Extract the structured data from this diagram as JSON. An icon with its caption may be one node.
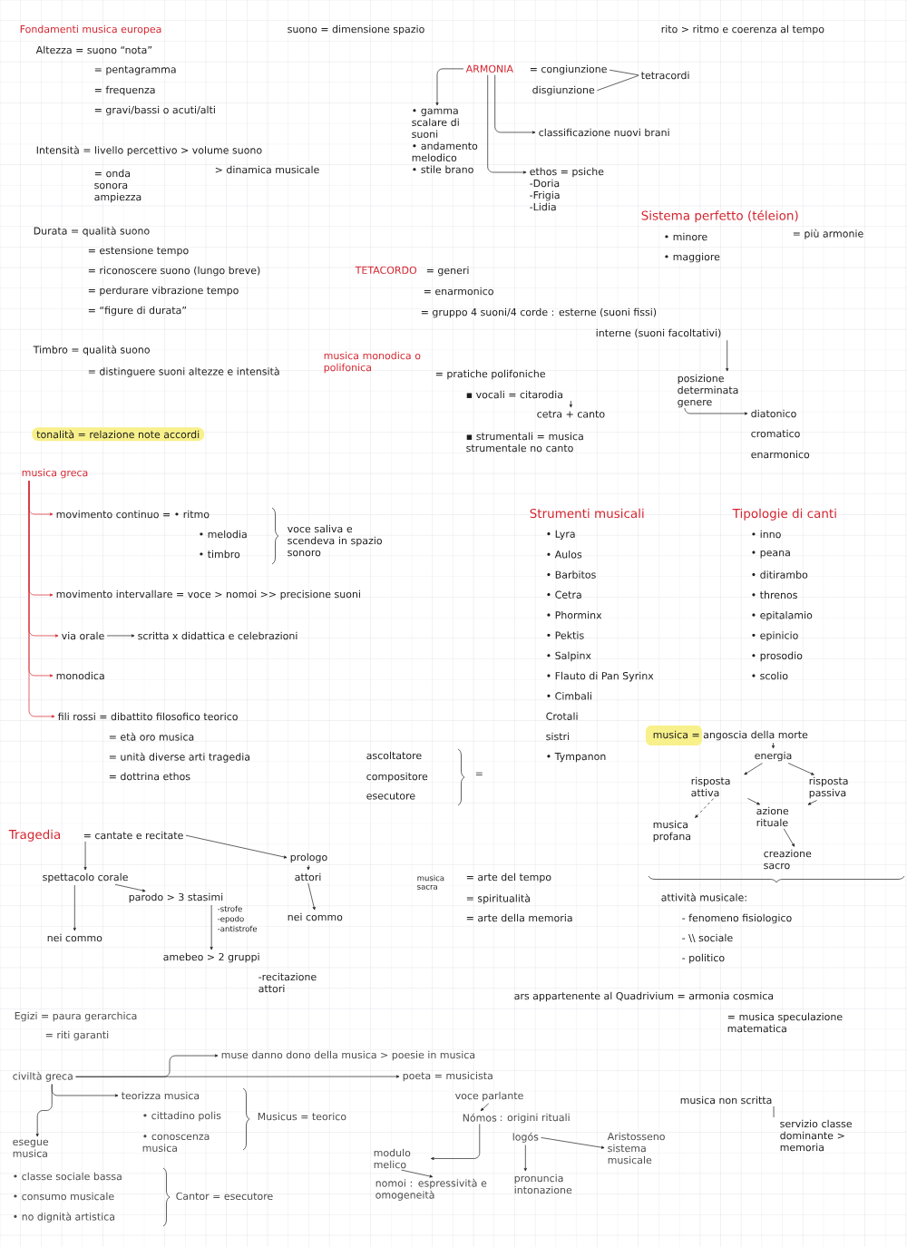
{
  "diagram": {
    "nodes": [
      {
        "text": [
          "ARMONIA"
        ]
      },
      {
        "text": [
          "= congiunzione"
        ]
      },
      {
        "text": [
          "disgiunzione"
        ]
      },
      {
        "text": [
          "tetracordi"
        ]
      },
      {
        "text": [
          "• gamma scalare di suoni",
          "• andamento melodico",
          "• stile brano"
        ]
      },
      {
        "text": [
          "classificazione nuovi brani"
        ]
      },
      {
        "text": [
          "ethos = psiche",
          "-Doria",
          "-Frigia",
          "-Lidia"
        ]
      },
      {
        "text": [
          "interne (suoni facoltativi)"
        ]
      },
      {
        "text": [
          "posizione determinata genere"
        ]
      },
      {
        "text": [
          "diatonico"
        ]
      },
      {
        "text": [
          "▪ vocali = citarodia"
        ]
      },
      {
        "text": [
          "cetra + canto"
        ]
      },
      {
        "text": [
          "musica greca"
        ]
      },
      {
        "text": [
          "movimento continuo = • ritmo"
        ]
      },
      {
        "text": [
          "movimento intervallare = voce > nomoi >> precisione suoni"
        ]
      },
      {
        "text": [
          "via orale"
        ]
      },
      {
        "text": [
          "scritta x didattica e celebrazioni"
        ]
      },
      {
        "text": [
          "monodica"
        ]
      },
      {
        "text": [
          "fili rossi = dibattito filosofico teorico"
        ]
      },
      {
        "text": [
          "musica = angoscia della morte"
        ]
      },
      {
        "text": [
          "energia"
        ]
      },
      {
        "text": [
          "risposta attiva"
        ]
      },
      {
        "text": [
          "risposta passiva"
        ]
      },
      {
        "text": [
          "musica profana"
        ]
      },
      {
        "text": [
          "azione rituale"
        ]
      },
      {
        "text": [
          "creazione sacro"
        ]
      },
      {
        "text": [
          "= cantate e recitate"
        ]
      },
      {
        "text": [
          "spettacolo corale"
        ]
      },
      {
        "text": [
          "prologo"
        ]
      },
      {
        "text": [
          "attori"
        ]
      },
      {
        "text": [
          "nei commo"
        ]
      },
      {
        "text": [
          "nei commo"
        ]
      },
      {
        "text": [
          "parodo > 3 stasimi"
        ]
      },
      {
        "text": [
          "amebeo > 2 gruppi"
        ]
      },
      {
        "text": [
          "civiltà greca"
        ]
      },
      {
        "text": [
          "muse danno dono della musica > poesie in musica"
        ]
      },
      {
        "text": [
          "poeta = musicista"
        ]
      },
      {
        "text": [
          "teorizza musica"
        ]
      },
      {
        "text": [
          "esegue musica"
        ]
      },
      {
        "text": [
          "voce parlante"
        ]
      },
      {
        "text": [
          "Nómos"
        ]
      },
      {
        "text": [
          "modulo melico"
        ]
      },
      {
        "text": [
          "nomoi : espressività e omogeneità"
        ]
      },
      {
        "text": [
          "logós"
        ]
      },
      {
        "text": [
          "Aristosseno sistema musicale"
        ]
      },
      {
        "text": [
          "pronuncia intonazione"
        ]
      },
      {
        "text": [
          "musica non scritta"
        ]
      },
      {
        "text": [
          "servizio classe dominante > memoria"
        ]
      }
    ],
    "edges": [
      {
        "from": 0,
        "to": 4,
        "arrow": "to"
      },
      {
        "from": 0,
        "to": 5,
        "arrow": "to"
      },
      {
        "from": 0,
        "to": 6,
        "arrow": "to"
      },
      {
        "from": 1,
        "to": 3,
        "arrow": "none"
      },
      {
        "from": 2,
        "to": 3,
        "arrow": "none"
      },
      {
        "from": 7,
        "to": 8,
        "arrow": "to"
      },
      {
        "from": 8,
        "to": 9,
        "arrow": "to"
      },
      {
        "from": 10,
        "to": 11,
        "arrow": "to"
      },
      {
        "from": 12,
        "to": 13,
        "arrow": "to",
        "color": "#d4242e"
      },
      {
        "from": 12,
        "to": 14,
        "arrow": "to",
        "color": "#d4242e"
      },
      {
        "from": 12,
        "to": 15,
        "arrow": "to",
        "color": "#d4242e"
      },
      {
        "from": 12,
        "to": 17,
        "arrow": "to",
        "color": "#d4242e"
      },
      {
        "from": 12,
        "to": 18,
        "arrow": "to",
        "color": "#d4242e"
      },
      {
        "from": 15,
        "to": 16,
        "arrow": "to"
      },
      {
        "from": 19,
        "to": 20,
        "arrow": "to"
      },
      {
        "from": 20,
        "to": 21,
        "arrow": "to"
      },
      {
        "from": 20,
        "to": 22,
        "arrow": "to"
      },
      {
        "from": 21,
        "to": 23,
        "arrow": "to",
        "style": "dashed"
      },
      {
        "from": 21,
        "to": 24,
        "arrow": "to"
      },
      {
        "from": 22,
        "to": 24,
        "arrow": "to"
      },
      {
        "from": 24,
        "to": 25,
        "arrow": "to"
      },
      {
        "from": 26,
        "to": 27,
        "arrow": "to"
      },
      {
        "from": 26,
        "to": 28,
        "arrow": "to"
      },
      {
        "from": 28,
        "to": 29,
        "arrow": "to"
      },
      {
        "from": 29,
        "to": 30,
        "arrow": "to"
      },
      {
        "from": 27,
        "to": 31,
        "arrow": "to"
      },
      {
        "from": 27,
        "to": 32,
        "arrow": "to"
      },
      {
        "from": 32,
        "to": 33,
        "arrow": "to"
      },
      {
        "from": 34,
        "to": 35,
        "arrow": "to"
      },
      {
        "from": 34,
        "to": 36,
        "arrow": "to"
      },
      {
        "from": 34,
        "to": 37,
        "arrow": "to"
      },
      {
        "from": 34,
        "to": 38,
        "arrow": "to"
      },
      {
        "from": 39,
        "to": 40,
        "arrow": "to"
      },
      {
        "from": 40,
        "to": 41,
        "arrow": "to"
      },
      {
        "from": 41,
        "to": 42,
        "arrow": "to"
      },
      {
        "from": 43,
        "to": 44,
        "arrow": "to"
      },
      {
        "from": 43,
        "to": 45,
        "arrow": "to"
      },
      {
        "from": 46,
        "to": 47,
        "arrow": "none"
      }
    ],
    "labels": [
      "Fondamenti musica europea",
      "suono = dimensione spazio",
      "rito > ritmo e coerenza al tempo",
      "Altezza = suono “nota”",
      "= pentagramma",
      "= frequenza",
      "= gravi/bassi o acuti/alti",
      "Intensità = livello percettivo > volume suono",
      "= onda sonora ampiezza",
      "> dinamica musicale",
      "Durata = qualità suono",
      "= estensione tempo",
      "= riconoscere suono (lungo breve)",
      "= perdurare vibrazione tempo",
      "= “figure di durata”",
      "Timbro = qualità suono",
      "= distinguere suoni altezze e intensità",
      "tonalità = relazione note accordi",
      "Sistema perfetto (téleion)",
      "• minore",
      "• maggiore",
      "= più armonie",
      "TETACORDO",
      "= generi",
      "= enarmonico",
      "= gruppo 4 suoni/4 corde : esterne (suoni fissi)",
      "cromatico",
      "enarmonico",
      "musica monodica o polifonica",
      "= pratiche polifoniche",
      "▪ strumentali = musica strumentale no canto",
      "• melodia",
      "• timbro",
      "voce saliva e scendeva in spazio sonoro",
      "= età oro musica",
      "= unità diverse arti tragedia",
      "= dottrina ethos",
      "ascoltatore",
      "compositore",
      "esecutore",
      "=",
      "Strumenti musicali",
      "• Lyra",
      "• Aulos",
      "• Barbitos",
      "• Cetra",
      "• Phorminx",
      "• Pektis",
      "• Salpinx",
      "• Flauto di Pan Syrinx",
      "• Cimbali",
      "Crotali",
      "sistri",
      "• Tympanon",
      "Tipologie di canti",
      "• inno",
      "• peana",
      "• ditirambo",
      "• threnos",
      "• epitalamio",
      "• epinicio",
      "• prosodio",
      "• scolio",
      "attività musicale:",
      "- fenomeno fisiologico",
      "- \\\\ sociale",
      "- politico",
      "Tragedia",
      "-strofe",
      "-epodo",
      "-antistrofe",
      "-recitazione attori",
      "musica sacra",
      "= arte del tempo",
      "= spiritualità",
      "= arte della memoria",
      "ars appartenente al Quadrivium = armonia cosmica",
      "= musica speculazione matematica",
      "Egizi = paura gerarchica",
      "= riti garanti",
      "• cittadino polis",
      "• conoscenza musica",
      "Musicus = teorico",
      "• classe sociale bassa",
      "• consumo musicale",
      "• no dignità artistica",
      "Cantor = esecutore",
      ": origini rituali"
    ]
  }
}
